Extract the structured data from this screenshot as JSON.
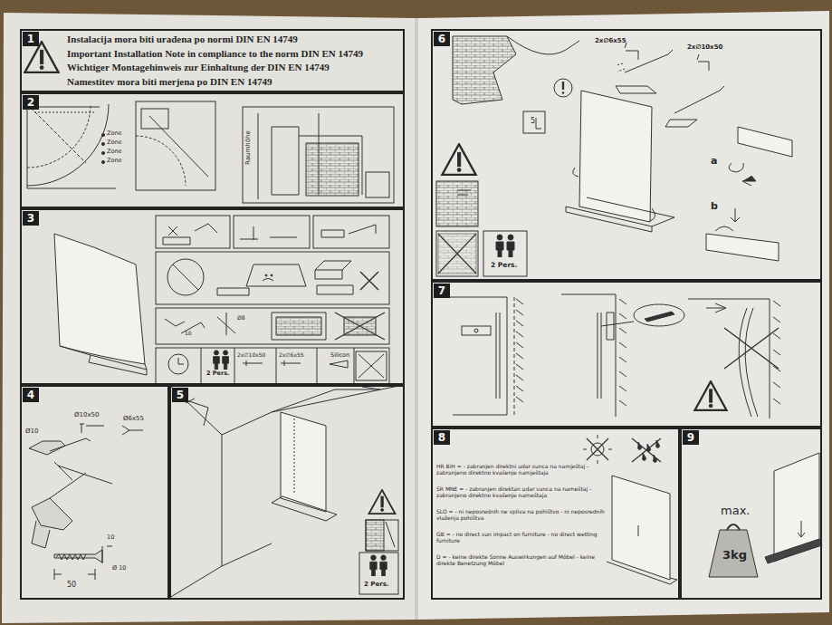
{
  "diagram": {
    "nodes": [
      {
        "text": [
          "1",
          "Instalacija mora biti urađena po normi DIN EN 14749",
          "Important Installation Note in compliance to the norm DIN EN 14749",
          "Wichtiger Montagehinweis zur Einhaltung der DIN EN 14749",
          "Namestitev mora biti merjena po DIN EN 14749"
        ]
      },
      {
        "text": [
          "2"
        ]
      },
      {
        "text": [
          "3"
        ]
      },
      {
        "text": [
          "4"
        ]
      },
      {
        "text": [
          "5"
        ]
      },
      {
        "text": [
          "6"
        ]
      },
      {
        "text": [
          "7"
        ]
      },
      {
        "text": [
          "8"
        ]
      },
      {
        "text": [
          "9"
        ]
      }
    ],
    "labels": [
      "Zone",
      "Zone",
      "Zone",
      "Zone",
      "Raumhöhe",
      "2 Pers.",
      "2x∅10x50",
      "2x∅6x55",
      "Silicon",
      "Ø8",
      "10",
      "Ø10",
      "Ø10x50",
      "Ø6x55",
      "50",
      "10",
      "Ø 10",
      "2 Pers.",
      "2x∅6x55",
      "2x∅10x50",
      "5",
      "a",
      "b",
      "2 Pers.",
      "HR BiH = - zabranjen direktni udar sunca na namještaj - zabranjeno direktno kvašenje namještaja",
      "SR MNE = - zabranjen direktan udar sunca na nameštaj - zabranjeno direktno kvašenje nameštaja",
      "SLO = - ni neposrednih ne vpliva na pohištvo - ni neposrednih vlaženja pohištva",
      "GB = - no direct sun impact on furniture - no direct wetting furniture",
      "D = - keine direkte Sonne Auswirkungen auf Möbel - keine direkte Benetzung Möbel",
      "max.",
      "3kg"
    ]
  }
}
